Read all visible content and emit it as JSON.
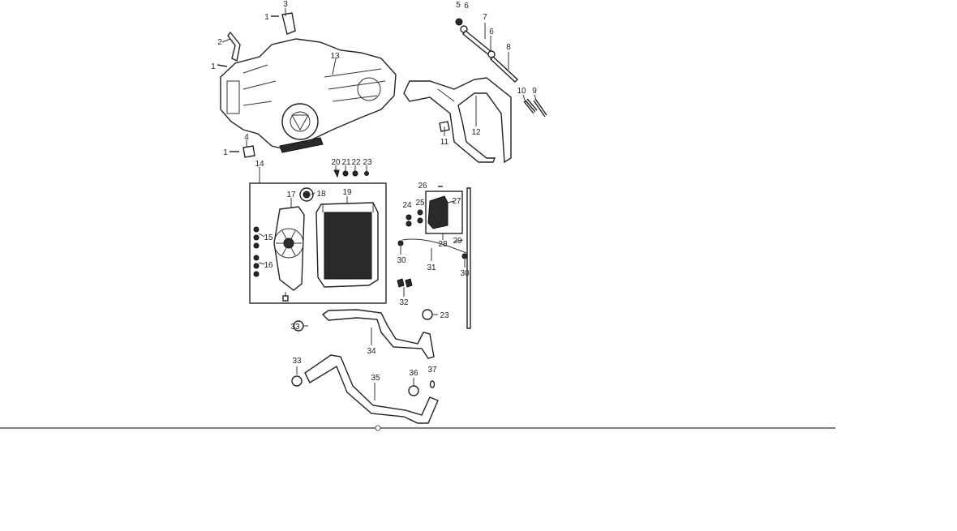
{
  "diagram": {
    "part_numbers": {
      "p1": "1",
      "p2": "2",
      "p3": "3",
      "p4": "4",
      "p5": "5",
      "p6": "6",
      "p7": "7",
      "p8": "8",
      "p9": "9",
      "p10": "10",
      "p11": "11",
      "p12": "12",
      "p13": "13",
      "p14": "14",
      "p15": "15",
      "p16": "16",
      "p17": "17",
      "p18": "18",
      "p19": "19",
      "p20": "20",
      "p21": "21",
      "p22": "22",
      "p23": "23",
      "p24": "24",
      "p25": "25",
      "p26": "26",
      "p27": "27",
      "p28": "28",
      "p29": "29",
      "p30": "30",
      "p31": "31",
      "p32": "32",
      "p33": "33",
      "p34": "34",
      "p35": "35",
      "p36": "36",
      "p37": "37"
    },
    "colors": {
      "line": "#222222",
      "fill_dark": "#2a2a2a",
      "background": "#ffffff"
    }
  }
}
